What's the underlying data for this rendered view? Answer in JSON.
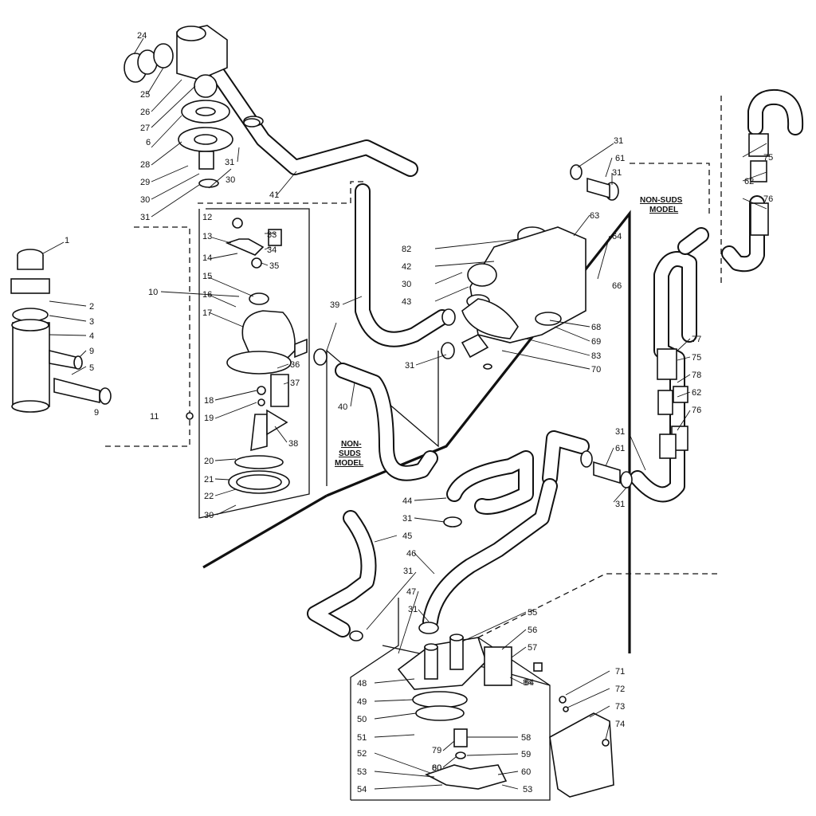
{
  "callouts": [
    "1",
    "2",
    "3",
    "4",
    "5",
    "6",
    "9",
    "9",
    "10",
    "11",
    "12",
    "13",
    "14",
    "15",
    "16",
    "17",
    "18",
    "19",
    "20",
    "21",
    "22",
    "24",
    "25",
    "26",
    "27",
    "28",
    "29",
    "30",
    "30",
    "30",
    "30",
    "31",
    "31",
    "31",
    "31",
    "31",
    "31",
    "31",
    "31",
    "31",
    "31",
    "33",
    "34",
    "35",
    "36",
    "37",
    "38",
    "39",
    "40",
    "41",
    "42",
    "43",
    "44",
    "45",
    "46",
    "47",
    "48",
    "49",
    "50",
    "51",
    "52",
    "53",
    "53",
    "54",
    "55",
    "56",
    "57",
    "58",
    "59",
    "60",
    "60",
    "61",
    "61",
    "62",
    "62",
    "63",
    "64",
    "66",
    "68",
    "69",
    "70",
    "71",
    "72",
    "73",
    "74",
    "75",
    "75",
    "76",
    "76",
    "77",
    "78",
    "79",
    "80",
    "82",
    "83",
    "84",
    "84"
  ],
  "notes": {
    "non_suds_upper": [
      "NON-SUDS",
      "MODEL"
    ],
    "non_suds_lower": [
      "NON-",
      "SUDS",
      "MODEL"
    ]
  }
}
